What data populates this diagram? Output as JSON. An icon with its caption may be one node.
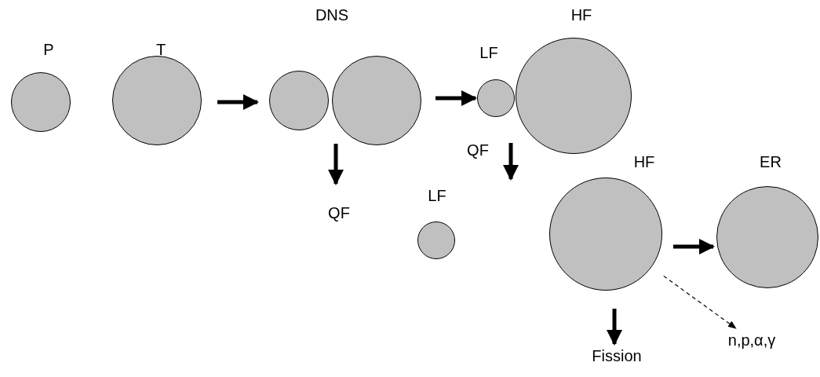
{
  "diagram": {
    "nodes": [
      {
        "text": [
          "P"
        ]
      },
      {
        "text": [
          "T"
        ]
      },
      {
        "text": [
          "DNS"
        ]
      },
      {
        "text": [
          "QF"
        ]
      },
      {
        "text": [
          "LF"
        ]
      },
      {
        "text": [
          "HF"
        ]
      },
      {
        "text": [
          "LF"
        ]
      },
      {
        "text": [
          "HF"
        ]
      },
      {
        "text": [
          "ER"
        ]
      },
      {
        "text": [
          "Fission"
        ]
      },
      {
        "text": [
          "n,p,α,γ"
        ]
      }
    ],
    "edges": [
      {
        "from": 1,
        "to": 2,
        "arrow": "to"
      },
      {
        "from": 2,
        "to": 3,
        "arrow": "to"
      },
      {
        "from": 2,
        "to": 4,
        "arrow": "to"
      },
      {
        "from": 5,
        "to": null,
        "arrow": "to",
        "label": "QF"
      },
      {
        "from": 7,
        "to": 8,
        "arrow": "to"
      },
      {
        "from": 7,
        "to": 9,
        "arrow": "to"
      },
      {
        "from": 7,
        "to": 10,
        "arrow": "to",
        "style": "dashed"
      }
    ]
  }
}
